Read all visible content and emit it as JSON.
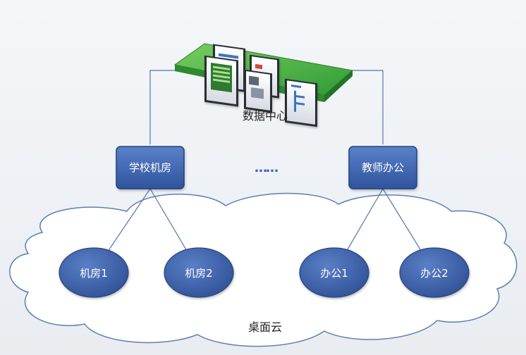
{
  "diagram": {
    "data_center": {
      "label": "数据中心"
    },
    "groups": [
      {
        "label": "学校机房",
        "children": [
          "机房1",
          "机房2"
        ]
      },
      {
        "label": "教师办公",
        "children": [
          "办公1",
          "办公2"
        ]
      }
    ],
    "ellipsis": "……",
    "cloud": {
      "label": "桌面云"
    }
  },
  "colors": {
    "box_fill": "#3b62ad",
    "box_stroke": "#23407a",
    "node_fill": "#3c60ab",
    "line": "#5577aa",
    "platform_green": "#3aa33a",
    "cloud_fill": "#ffffff",
    "cloud_stroke": "#5d7fb0"
  }
}
